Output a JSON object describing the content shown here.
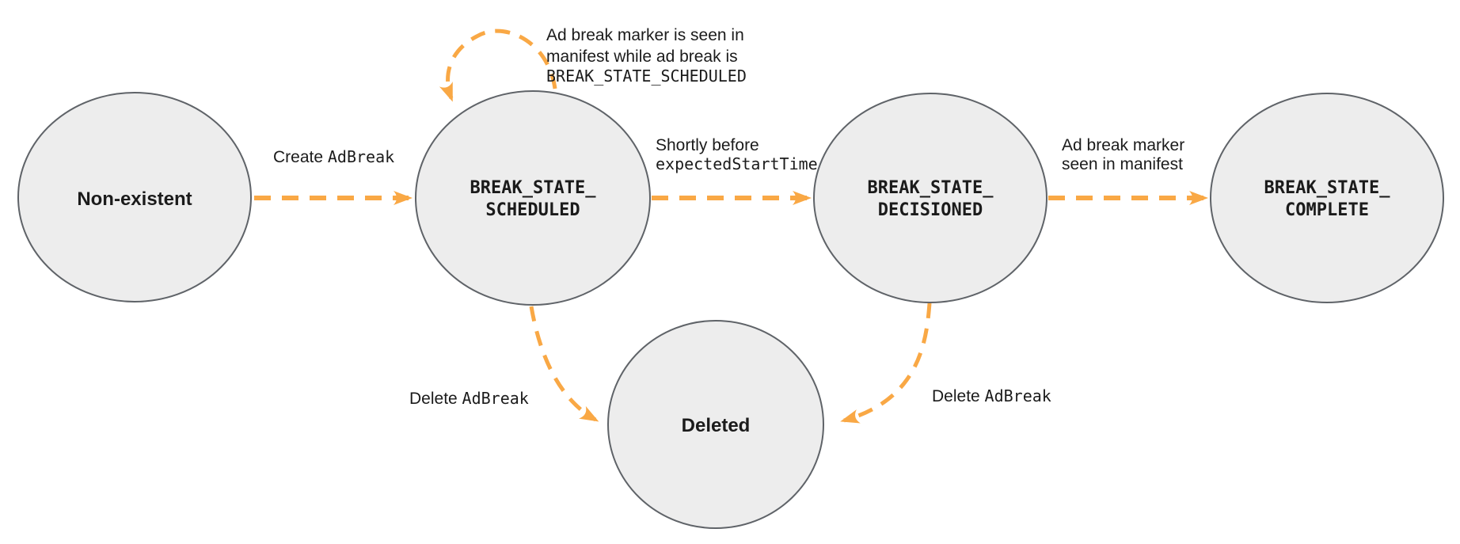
{
  "colors": {
    "arrow": "#F9A845",
    "state_fill": "#EDEDED",
    "state_stroke": "#5F6368",
    "text": "#1B1B1B"
  },
  "states": {
    "non_existent": {
      "label": "Non-existent"
    },
    "scheduled": {
      "line1": "BREAK_STATE_",
      "line2": "SCHEDULED"
    },
    "decisioned": {
      "line1": "BREAK_STATE_",
      "line2": "DECISIONED"
    },
    "complete": {
      "line1": "BREAK_STATE_",
      "line2": "COMPLETE"
    },
    "deleted": {
      "label": "Deleted"
    }
  },
  "transitions": {
    "create": {
      "plain": "Create ",
      "code": "AdBreak"
    },
    "self_loop": {
      "line1": "Ad break marker is seen in",
      "line2": "manifest while ad break is",
      "line3": "BREAK_STATE_SCHEDULED"
    },
    "before_start": {
      "plain": "Shortly before",
      "code": "expectedStartTime"
    },
    "marker_seen": {
      "line1": "Ad break marker",
      "line2": "seen in manifest"
    },
    "delete_from_scheduled": {
      "plain": "Delete ",
      "code": "AdBreak"
    },
    "delete_from_decisioned": {
      "plain": "Delete ",
      "code": "AdBreak"
    }
  }
}
